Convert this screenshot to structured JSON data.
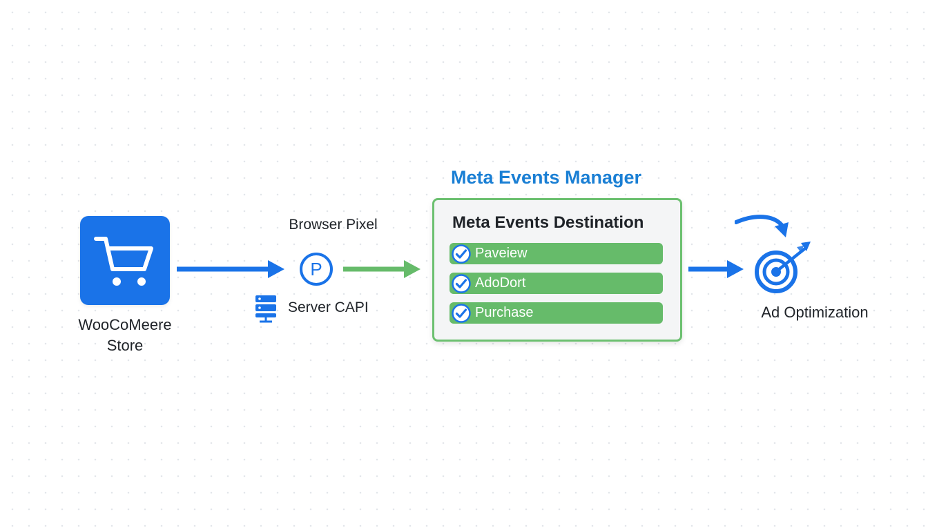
{
  "colors": {
    "blue": "#1a73e8",
    "green": "#66bb6a",
    "panel_border": "#6cc070",
    "title_blue": "#1a7fd4",
    "text": "#1f2328"
  },
  "store": {
    "icon": "shopping-cart-icon",
    "label_line1": "WooCoMeere",
    "label_line2": "Store"
  },
  "tracking": {
    "browser_label": "Browser Pixel",
    "pixel_icon": "pixel-p-icon",
    "pixel_letter": "P",
    "server_icon": "server-icon",
    "server_label": "Server CAPI"
  },
  "manager": {
    "title": "Meta Events Manager",
    "destination_title": "Meta Events Destination",
    "events": [
      {
        "label": "Paveiew",
        "icon": "check-circle-icon"
      },
      {
        "label": "AdoDort",
        "icon": "check-circle-icon"
      },
      {
        "label": "Purchase",
        "icon": "check-circle-icon"
      }
    ]
  },
  "ad": {
    "icon": "target-arrow-icon",
    "label": "Ad Optimization"
  }
}
